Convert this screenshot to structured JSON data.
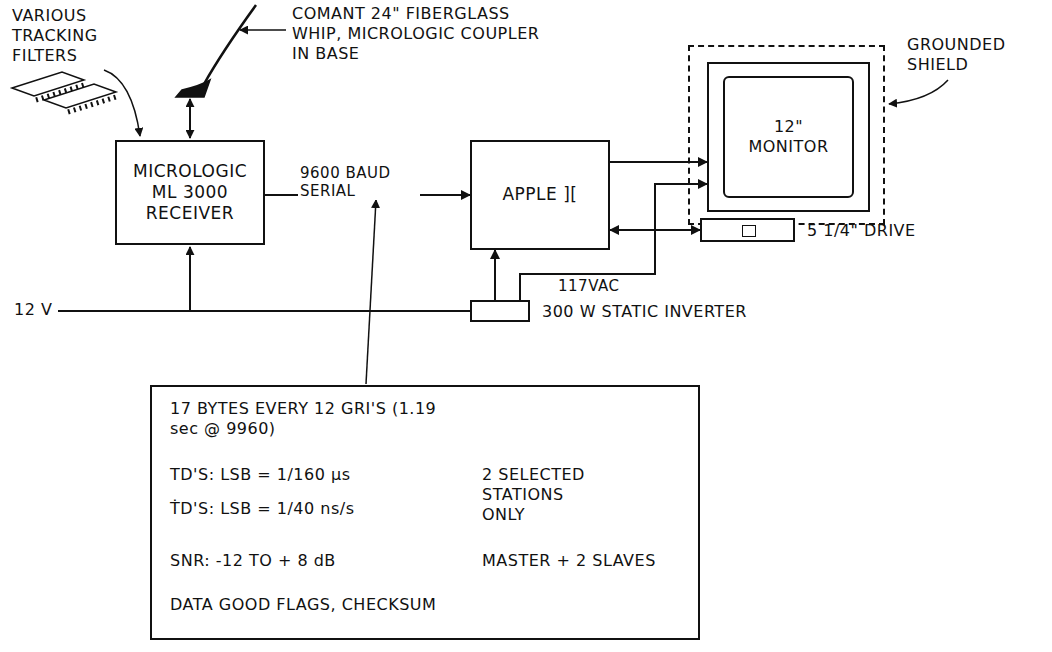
{
  "diagram": {
    "nodes": [
      {
        "text": [
          "MICROLOGIC ML 3000 RECEIVER"
        ]
      },
      {
        "text": [
          "APPLE ]["
        ]
      },
      {
        "text": [
          "GROUNDED SHIELD"
        ]
      },
      {
        "text": [
          "12\" MONITOR"
        ],
        "in": 2
      },
      {
        "text": [
          "5 1/4\" DRIVE"
        ]
      },
      {
        "text": [
          "300 W STATIC INVERTER"
        ]
      },
      {
        "text": [
          "17 BYTES EVERY 12 GRI'S (1.19 sec @ 9960)",
          "TD'S: LSB = 1/160 µs",
          "ṪD'S: LSB = 1/40 ns/s",
          "2 SELECTED STATIONS ONLY",
          "SNR: -12 TO + 8 dB",
          "MASTER + 2 SLAVES",
          "DATA GOOD FLAGS, CHECKSUM"
        ]
      }
    ],
    "edges": [
      {
        "from": 0,
        "to": 1,
        "label": "9600 BAUD SERIAL",
        "arrow": "to"
      },
      {
        "from": 1,
        "to": 3,
        "arrow": "to"
      },
      {
        "from": 1,
        "to": 4,
        "arrow": "both"
      },
      {
        "from": 5,
        "to": 1,
        "arrow": "to"
      },
      {
        "from": 5,
        "to": 3,
        "label": "117VAC",
        "arrow": "to"
      }
    ],
    "labels": [
      "VARIOUS TRACKING FILTERS",
      "COMANT 24\" FIBERGLASS WHIP, MICROLOGIC COUPLER IN BASE",
      "12 V"
    ]
  }
}
